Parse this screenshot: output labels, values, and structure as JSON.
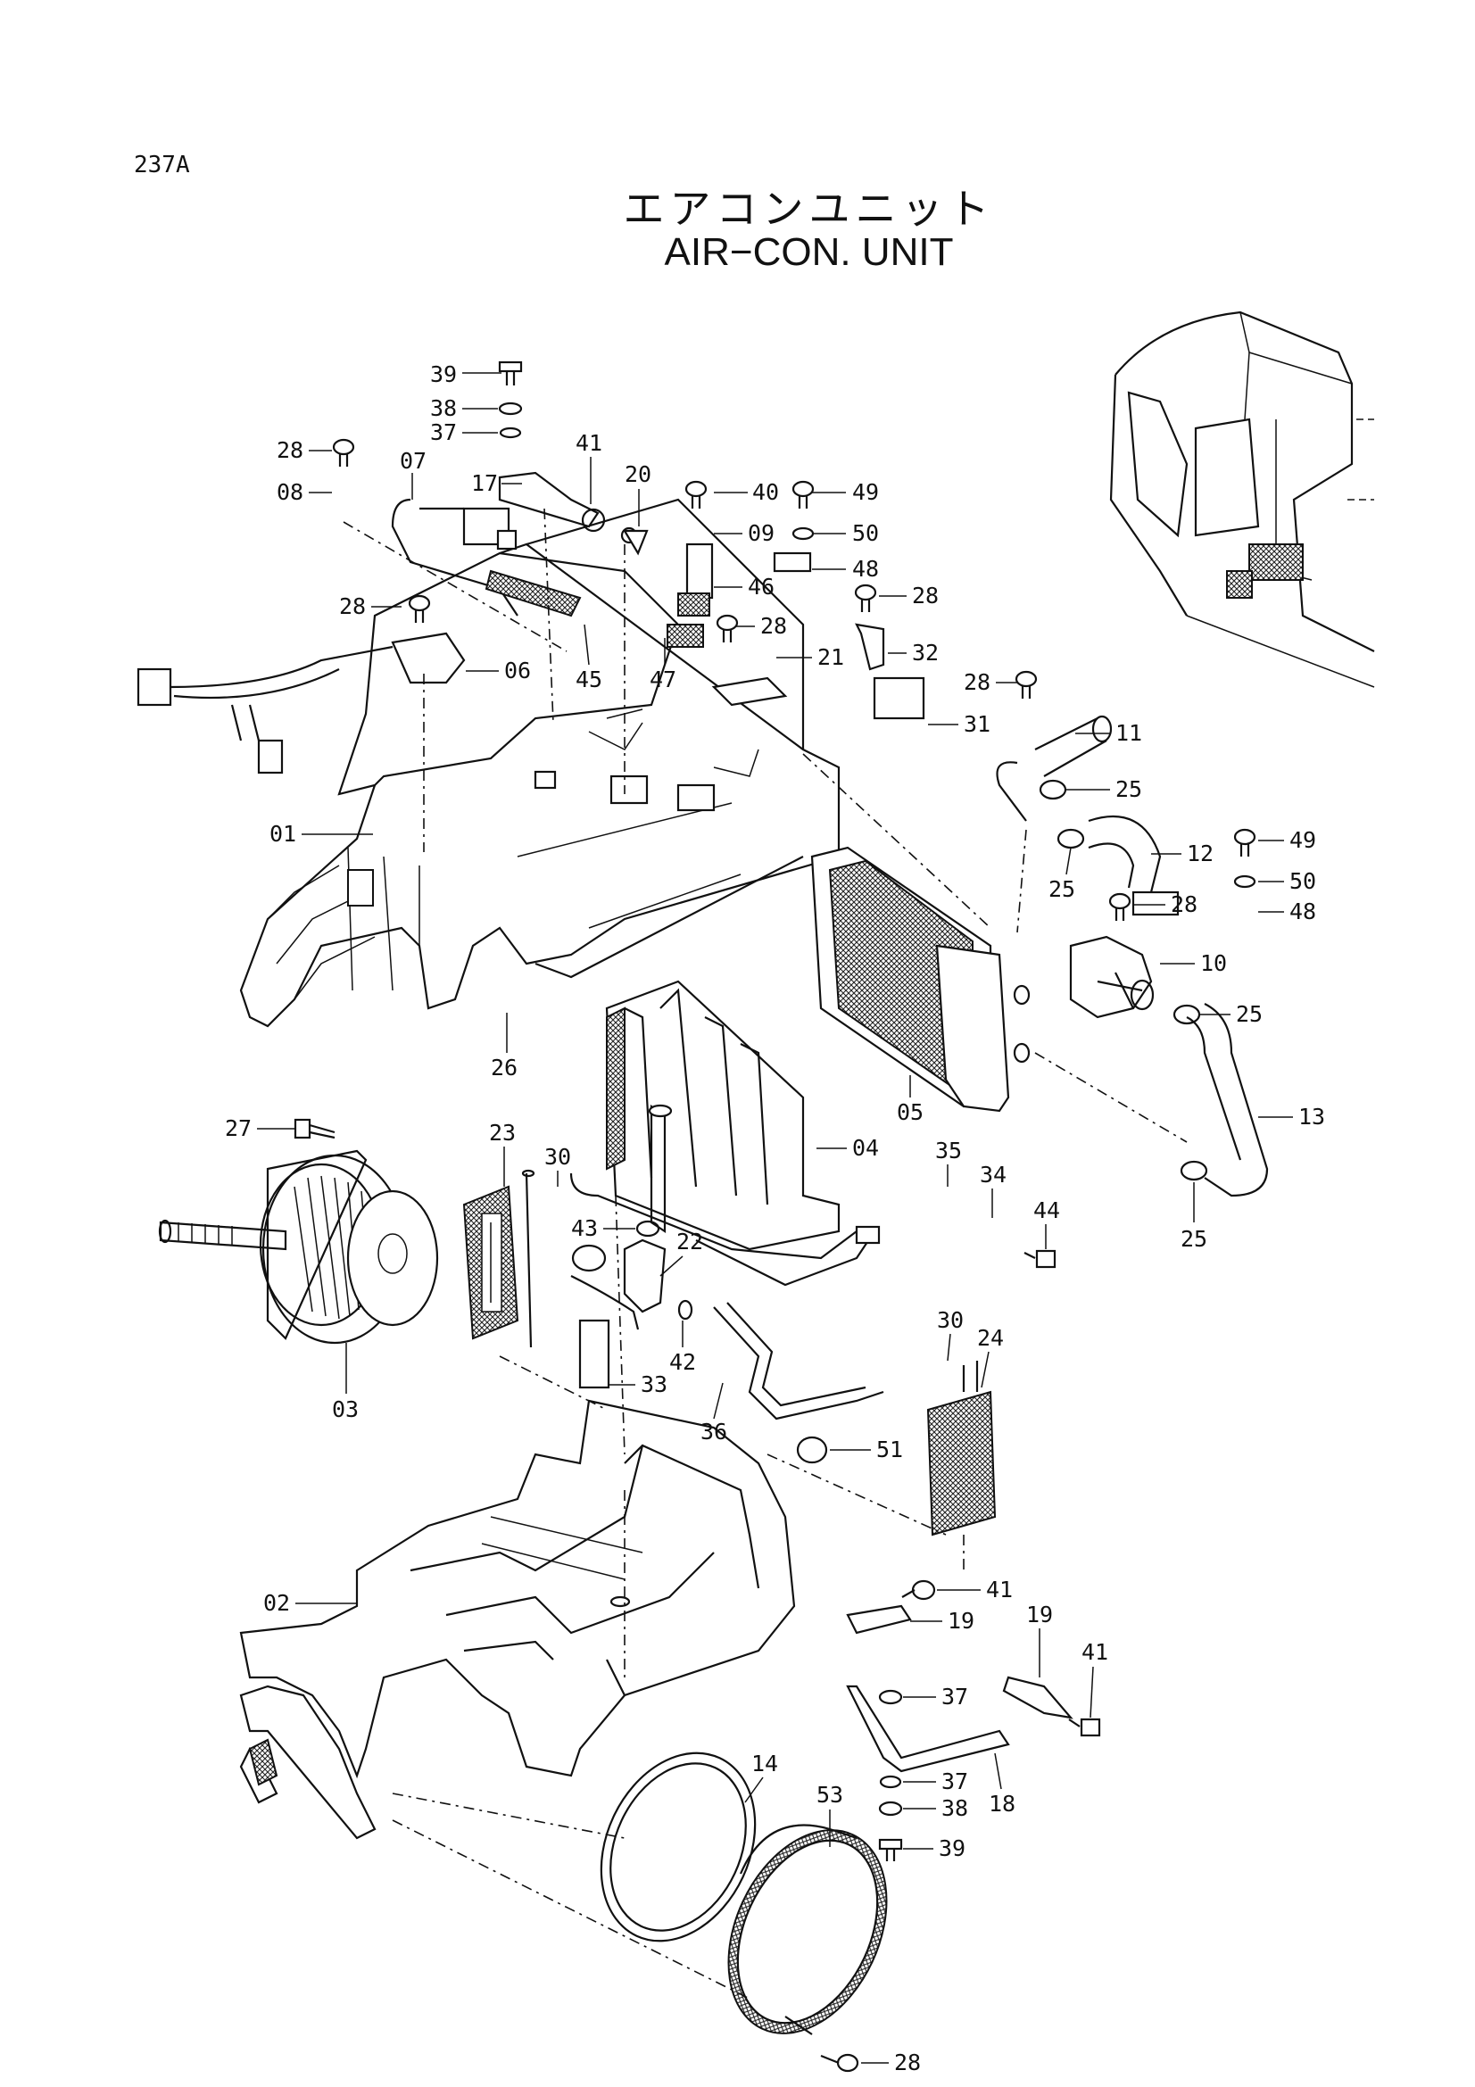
{
  "page_code": "237A",
  "title_ja": "エアコンユニット",
  "title_en": "AIR−CON. UNIT",
  "callouts": [
    {
      "id": "c39a",
      "label": "39"
    },
    {
      "id": "c38a",
      "label": "38"
    },
    {
      "id": "c37a",
      "label": "37"
    },
    {
      "id": "c28a",
      "label": "28"
    },
    {
      "id": "c08",
      "label": "08"
    },
    {
      "id": "c07",
      "label": "07"
    },
    {
      "id": "c17",
      "label": "17"
    },
    {
      "id": "c41a",
      "label": "41"
    },
    {
      "id": "c20",
      "label": "20"
    },
    {
      "id": "c40",
      "label": "40"
    },
    {
      "id": "c09",
      "label": "09"
    },
    {
      "id": "c49a",
      "label": "49"
    },
    {
      "id": "c50a",
      "label": "50"
    },
    {
      "id": "c48a",
      "label": "48"
    },
    {
      "id": "c46",
      "label": "46"
    },
    {
      "id": "c28b",
      "label": "28"
    },
    {
      "id": "c28c",
      "label": "28"
    },
    {
      "id": "c45",
      "label": "45"
    },
    {
      "id": "c47",
      "label": "47"
    },
    {
      "id": "c28d",
      "label": "28"
    },
    {
      "id": "c21",
      "label": "21"
    },
    {
      "id": "c32",
      "label": "32"
    },
    {
      "id": "c06",
      "label": "06"
    },
    {
      "id": "c28e",
      "label": "28"
    },
    {
      "id": "c31",
      "label": "31"
    },
    {
      "id": "c11",
      "label": "11"
    },
    {
      "id": "c25a",
      "label": "25"
    },
    {
      "id": "c01",
      "label": "01"
    },
    {
      "id": "c12",
      "label": "12"
    },
    {
      "id": "c49b",
      "label": "49"
    },
    {
      "id": "c25b",
      "label": "25"
    },
    {
      "id": "c50b",
      "label": "50"
    },
    {
      "id": "c28f",
      "label": "28"
    },
    {
      "id": "c48b",
      "label": "48"
    },
    {
      "id": "c10",
      "label": "10"
    },
    {
      "id": "c25c",
      "label": "25"
    },
    {
      "id": "c26",
      "label": "26"
    },
    {
      "id": "c05",
      "label": "05"
    },
    {
      "id": "c13",
      "label": "13"
    },
    {
      "id": "c27",
      "label": "27"
    },
    {
      "id": "c23",
      "label": "23"
    },
    {
      "id": "c30a",
      "label": "30"
    },
    {
      "id": "c04",
      "label": "04"
    },
    {
      "id": "c35",
      "label": "35"
    },
    {
      "id": "c34",
      "label": "34"
    },
    {
      "id": "c44",
      "label": "44"
    },
    {
      "id": "c43",
      "label": "43"
    },
    {
      "id": "c22",
      "label": "22"
    },
    {
      "id": "c25d",
      "label": "25"
    },
    {
      "id": "c42",
      "label": "42"
    },
    {
      "id": "c30b",
      "label": "30"
    },
    {
      "id": "c24",
      "label": "24"
    },
    {
      "id": "c33",
      "label": "33"
    },
    {
      "id": "c03",
      "label": "03"
    },
    {
      "id": "c36",
      "label": "36"
    },
    {
      "id": "c51",
      "label": "51"
    },
    {
      "id": "c41b",
      "label": "41"
    },
    {
      "id": "c02",
      "label": "02"
    },
    {
      "id": "c19a",
      "label": "19"
    },
    {
      "id": "c19b",
      "label": "19"
    },
    {
      "id": "c41c",
      "label": "41"
    },
    {
      "id": "c37b",
      "label": "37"
    },
    {
      "id": "c37c",
      "label": "37"
    },
    {
      "id": "c38b",
      "label": "38"
    },
    {
      "id": "c18",
      "label": "18"
    },
    {
      "id": "c14",
      "label": "14"
    },
    {
      "id": "c53",
      "label": "53"
    },
    {
      "id": "c39b",
      "label": "39"
    },
    {
      "id": "c28g",
      "label": "28"
    }
  ]
}
